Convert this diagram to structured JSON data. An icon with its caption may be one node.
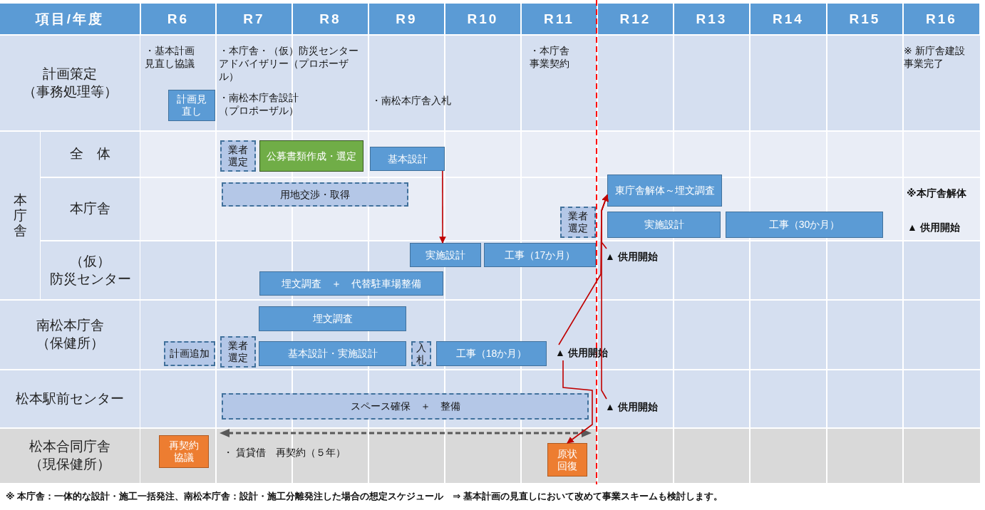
{
  "diagram": {
    "nodes": [
      {
        "text": [
          "計画見直し"
        ]
      },
      {
        "text": [
          "業者選定"
        ]
      },
      {
        "text": [
          "公募書類作成・選定"
        ]
      },
      {
        "text": [
          "基本設計"
        ]
      },
      {
        "text": [
          "用地交渉・取得"
        ]
      },
      {
        "text": [
          "業者選定"
        ]
      },
      {
        "text": [
          "東庁舎解体～埋文調査"
        ]
      },
      {
        "text": [
          "実施設計"
        ]
      },
      {
        "text": [
          "工事（30か月）"
        ]
      },
      {
        "text": [
          "実施設計"
        ]
      },
      {
        "text": [
          "工事（17か月）"
        ]
      },
      {
        "text": [
          "▲ 供用開始"
        ]
      },
      {
        "text": [
          "埋文調査　＋　代替駐車場整備"
        ]
      },
      {
        "text": [
          "埋文調査"
        ]
      },
      {
        "text": [
          "計画追加"
        ]
      },
      {
        "text": [
          "業者選定"
        ]
      },
      {
        "text": [
          "基本設計・実施設計"
        ]
      },
      {
        "text": [
          "入札"
        ]
      },
      {
        "text": [
          "工事（18か月）"
        ]
      },
      {
        "text": [
          "▲ 供用開始"
        ]
      },
      {
        "text": [
          "スペース確保　＋　整備"
        ]
      },
      {
        "text": [
          "▲ 供用開始"
        ]
      },
      {
        "text": [
          "再契約協議"
        ]
      },
      {
        "text": [
          "原状回復"
        ]
      }
    ],
    "edges": [
      {
        "from": 3,
        "to": 9,
        "arrow": "to"
      },
      {
        "from": 11,
        "to": 6,
        "arrow": "to"
      },
      {
        "from": 19,
        "to": 6,
        "arrow": "to"
      },
      {
        "from": 21,
        "to": 6,
        "arrow": "to"
      },
      {
        "from": 19,
        "to": 23,
        "arrow": "to"
      }
    ],
    "labels": [
      "項目/年度",
      "R6",
      "R7",
      "R8",
      "R9",
      "R10",
      "R11",
      "R12",
      "R13",
      "R14",
      "R15",
      "R16",
      "計画策定（事務処理等）",
      "本庁舎",
      "全　体",
      "本庁舎",
      "（仮）防災センター",
      "南松本庁舎（保健所）",
      "松本駅前センター",
      "松本合同庁舎（現保健所）",
      "・基本計画見直し協議",
      "・本庁舎・（仮）防災センターアドバイザリー（プロポーザル）",
      "・南松本庁舎設計（プロポーザル）",
      "・南松本庁舎入札",
      "・本庁舎事業契約",
      "※ 新庁舎建設事業完了",
      "※本庁舎解体",
      "▲ 供用開始",
      "・ 賃貸借　再契約（５年）",
      "※ 本庁舎：一体的な設計・施工一括発注、南松本庁舎：設計・施工分離発注した場合の想定スケジュール　⇒ 基本計画の見直しにおいて改めて事業スキームも検討します。"
    ]
  }
}
